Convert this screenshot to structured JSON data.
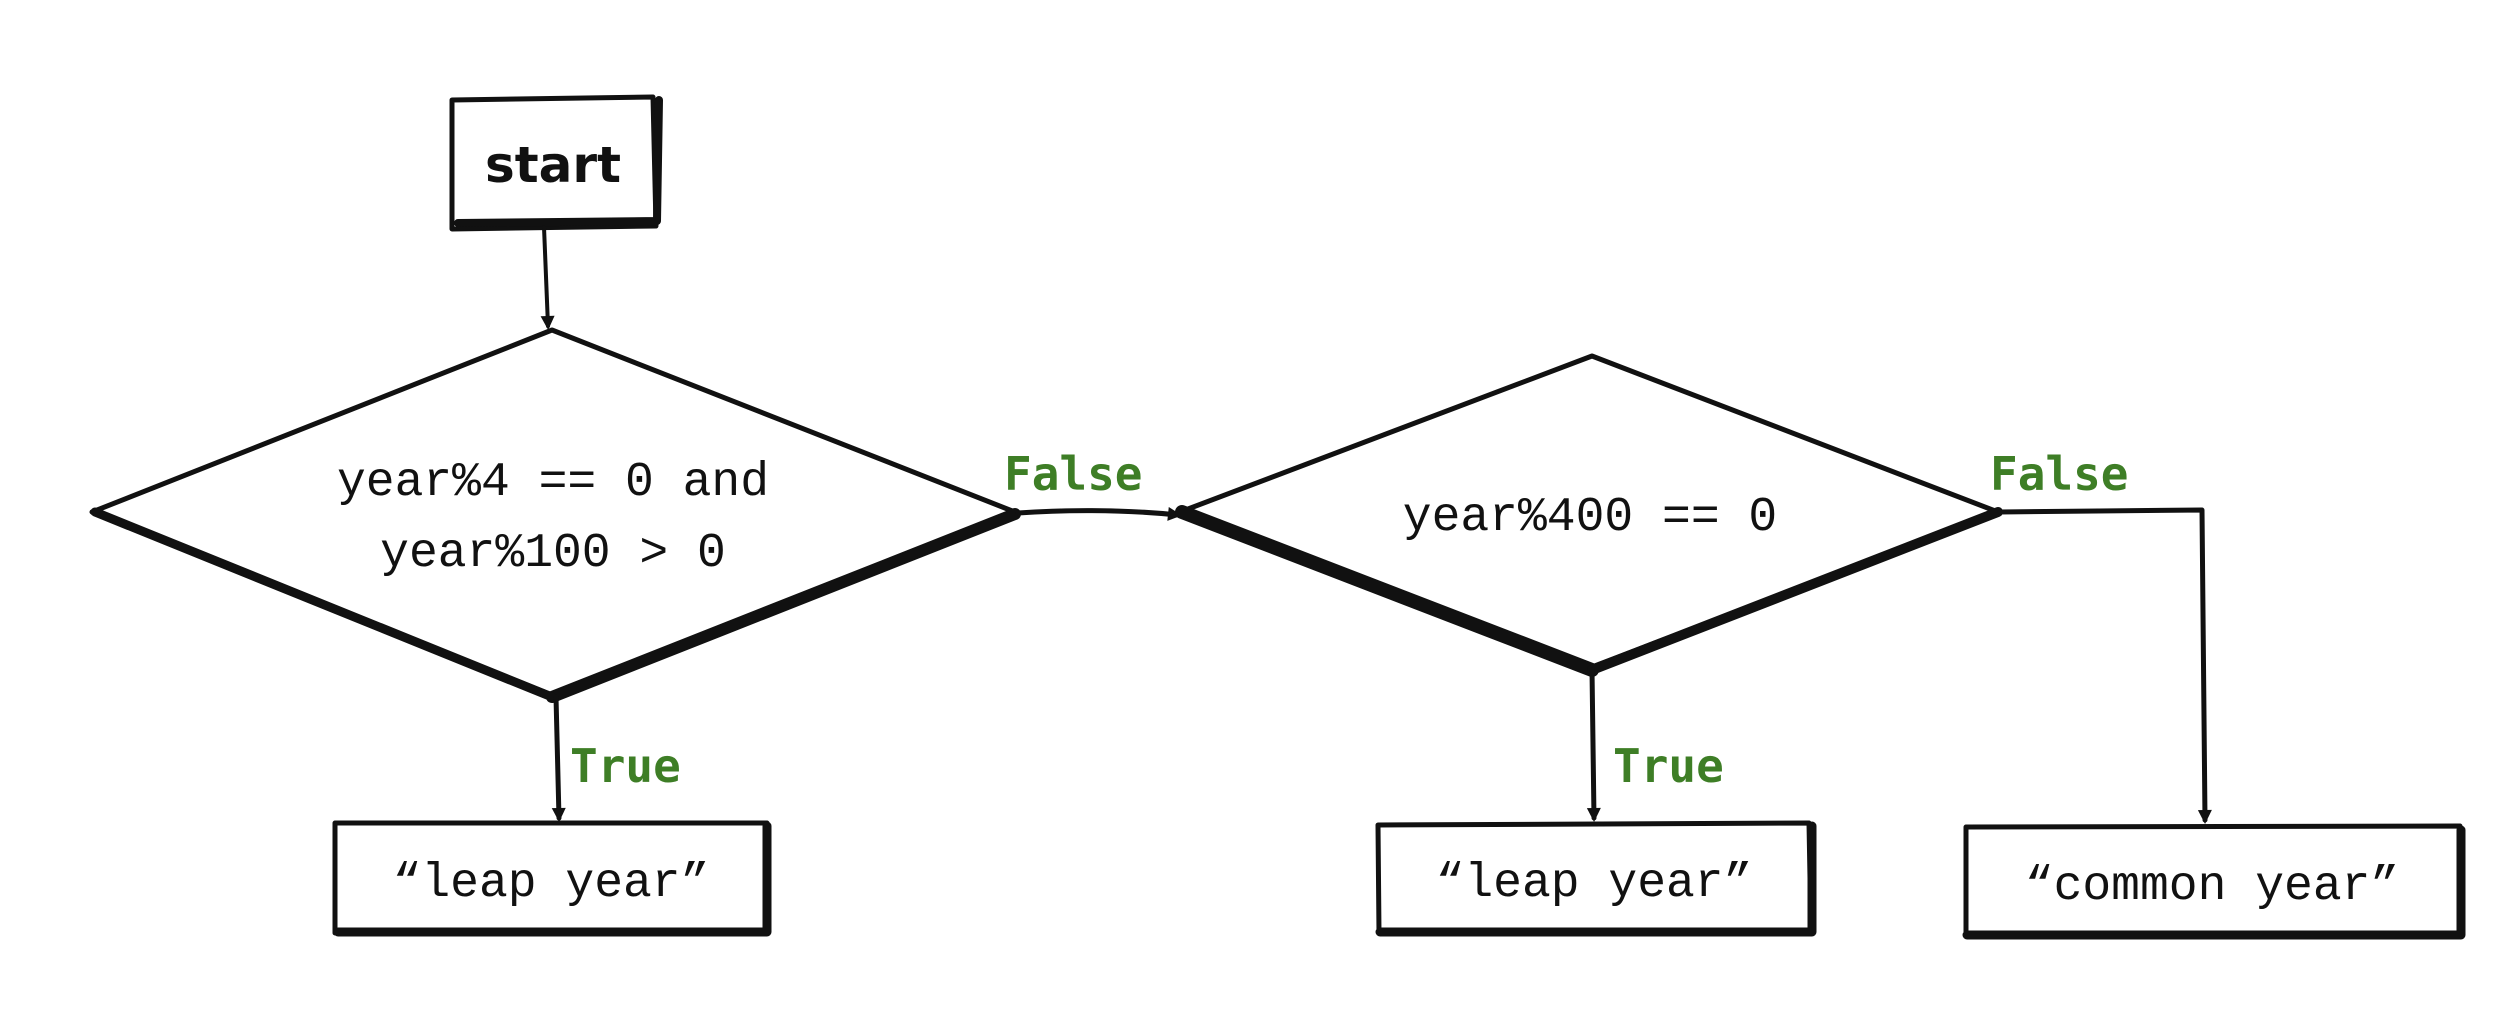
{
  "nodes": {
    "start": "start",
    "decision1": {
      "line1": "year%4 == 0 and",
      "line2": "year%100 > 0"
    },
    "decision2": "year%400 == 0",
    "out_left": "“leap year”",
    "out_middle": "“leap year”",
    "out_right": "“common year”"
  },
  "edges": {
    "false_left": "False",
    "true_left": "True",
    "true_middle": "True",
    "false_right": "False"
  },
  "colors": {
    "branch": "#3e7e26",
    "stroke": "#111111",
    "background": "#ffffff"
  }
}
